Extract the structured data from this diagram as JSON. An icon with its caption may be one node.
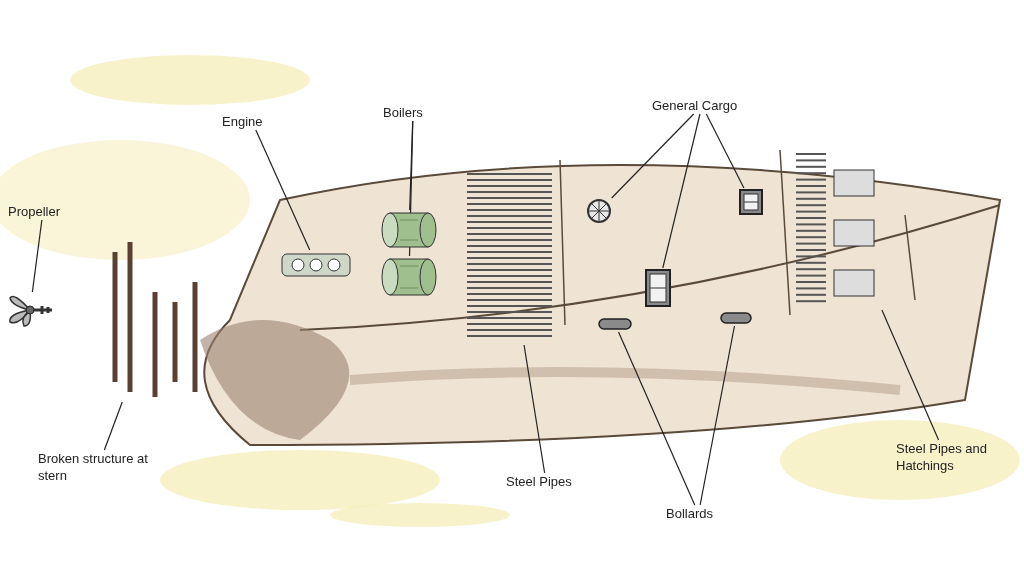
{
  "diagram": {
    "nodes": [
      {
        "text": [
          "Propeller"
        ]
      },
      {
        "text": [],
        "shape": "picture"
      },
      {
        "text": [
          "Engine"
        ]
      },
      {
        "text": [],
        "shape": "picture"
      },
      {
        "text": [
          "Boilers"
        ]
      },
      {
        "text": [],
        "shape": "cylinder"
      },
      {
        "text": [],
        "shape": "cylinder"
      },
      {
        "text": [
          "General Cargo"
        ]
      },
      {
        "text": [],
        "shape": "circle"
      },
      {
        "text": [],
        "shape": "box"
      },
      {
        "text": [],
        "shape": "box"
      },
      {
        "text": [
          "Broken structure at stern"
        ]
      },
      {
        "text": [],
        "shape": "picture"
      },
      {
        "text": [
          "Steel Pipes"
        ]
      },
      {
        "text": [],
        "shape": "picture"
      },
      {
        "text": [
          "Bollards"
        ]
      },
      {
        "text": [],
        "shape": "bar"
      },
      {
        "text": [],
        "shape": "bar"
      },
      {
        "text": [
          "Steel Pipes and Hatchings"
        ]
      },
      {
        "text": [],
        "shape": "picture"
      }
    ],
    "edges": [
      {
        "from": 0,
        "to": 1,
        "arrow": "none"
      },
      {
        "from": 2,
        "to": 3,
        "arrow": "none"
      },
      {
        "from": 4,
        "to": 5,
        "arrow": "none"
      },
      {
        "from": 4,
        "to": 6,
        "arrow": "none"
      },
      {
        "from": 7,
        "to": 8,
        "arrow": "none"
      },
      {
        "from": 7,
        "to": 9,
        "arrow": "none"
      },
      {
        "from": 7,
        "to": 10,
        "arrow": "none"
      },
      {
        "from": 11,
        "to": 12,
        "arrow": "none"
      },
      {
        "from": 13,
        "to": 14,
        "arrow": "none"
      },
      {
        "from": 15,
        "to": 16,
        "arrow": "none"
      },
      {
        "from": 15,
        "to": 17,
        "arrow": "none"
      },
      {
        "from": 18,
        "to": 19,
        "arrow": "none"
      }
    ]
  }
}
